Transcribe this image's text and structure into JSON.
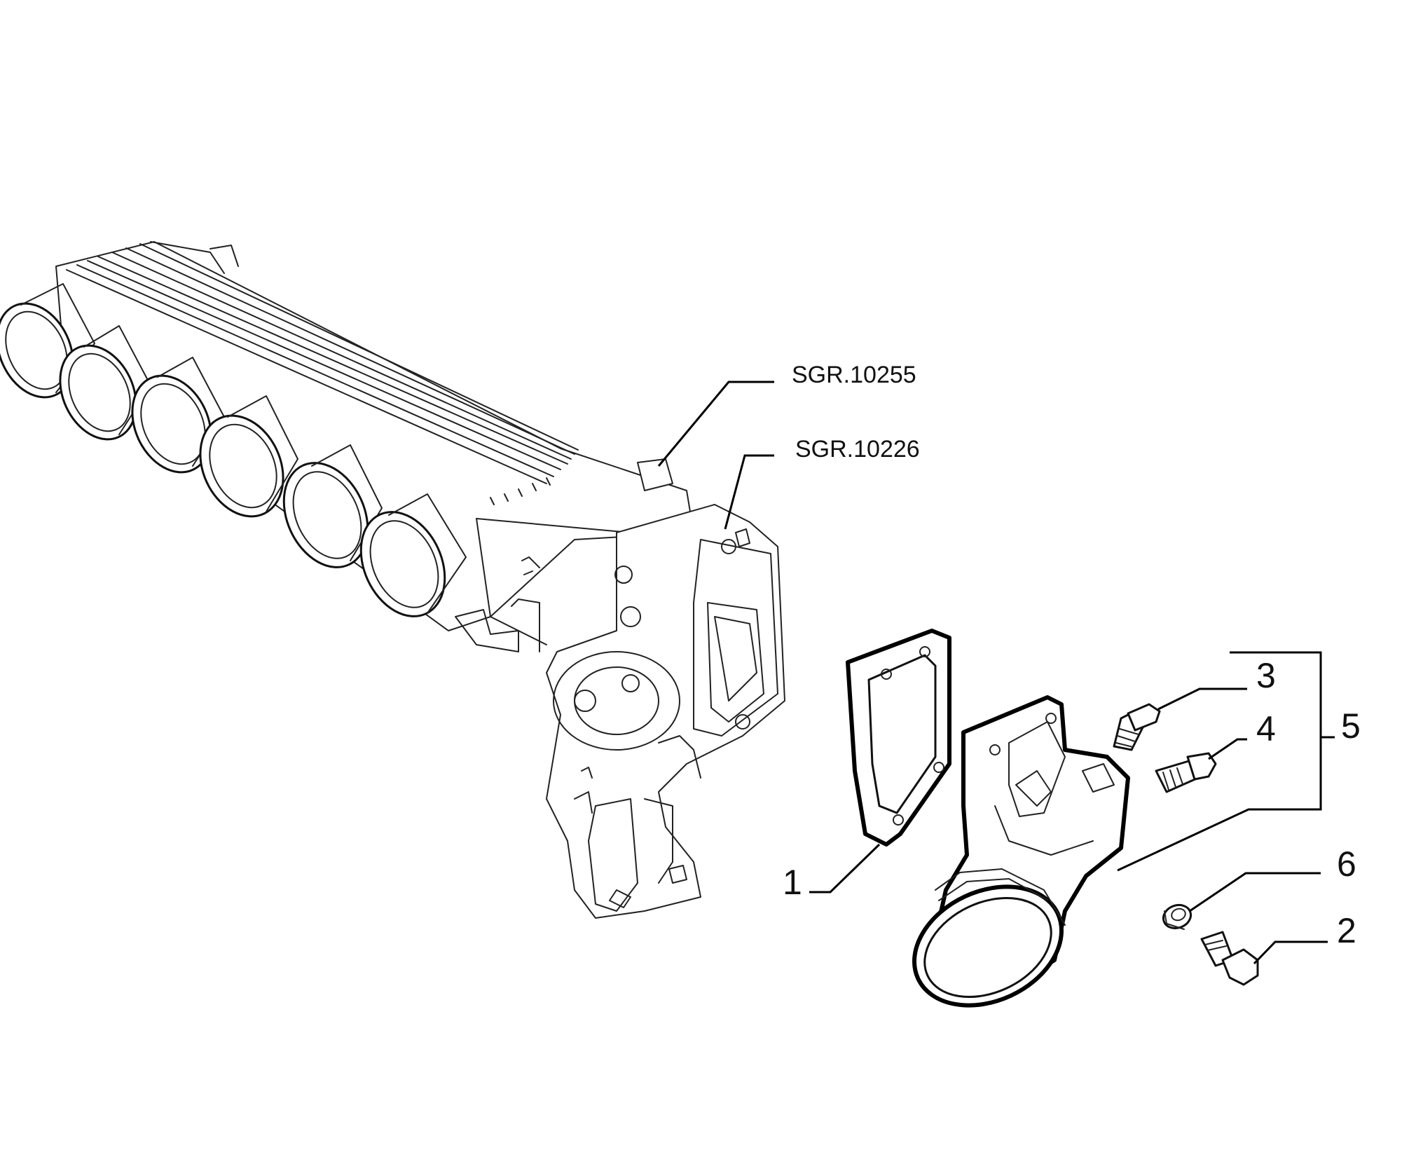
{
  "references": {
    "manifold": "SGR.10255",
    "throttle_body": "SGR.10226"
  },
  "callouts": {
    "c1": "1",
    "c2": "2",
    "c3": "3",
    "c4": "4",
    "c5": "5",
    "c6": "6"
  }
}
